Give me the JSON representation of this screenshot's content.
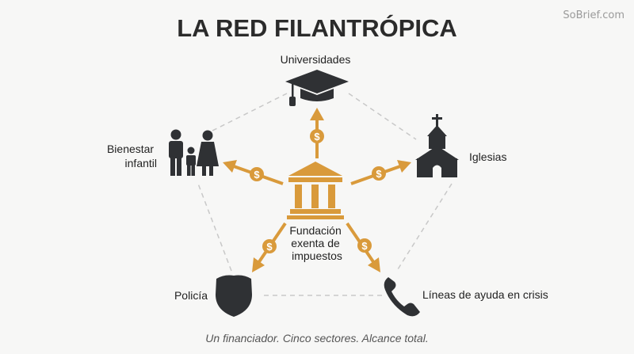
{
  "header": {
    "title": "LA RED FILANTRÓPICA",
    "watermark": "SoBrief.com"
  },
  "center": {
    "icon": "bank-building-icon",
    "label_lines": [
      "Fundación",
      "exenta de",
      "impuestos"
    ]
  },
  "nodes": [
    {
      "id": "universidades",
      "icon": "graduation-cap-icon",
      "label_lines": [
        "Universidades"
      ]
    },
    {
      "id": "iglesias",
      "icon": "church-icon",
      "label_lines": [
        "Iglesias"
      ]
    },
    {
      "id": "lineas",
      "icon": "phone-icon",
      "label_lines": [
        "Líneas de ayuda en crisis"
      ]
    },
    {
      "id": "policia",
      "icon": "police-shield-icon",
      "label_lines": [
        "Policía"
      ]
    },
    {
      "id": "bienestar",
      "icon": "family-icon",
      "label_lines": [
        "Bienestar",
        "infantil"
      ]
    }
  ],
  "arrow_badge": "$",
  "caption": "Un financiador. Cinco sectores. Alcance total.",
  "colors": {
    "gold": "#d99a3b",
    "dark": "#2f3134",
    "dashed": "#c8c8c8",
    "text": "#222222",
    "caption": "#555555"
  }
}
